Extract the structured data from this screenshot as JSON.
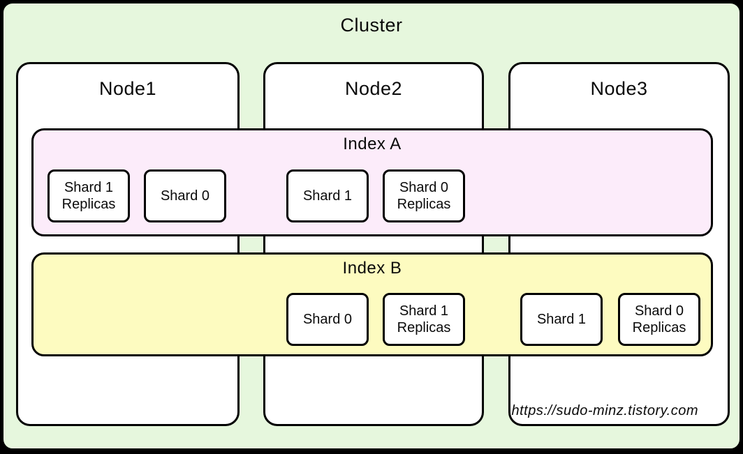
{
  "diagram": {
    "title": "Cluster",
    "nodes": [
      {
        "label": "Node1"
      },
      {
        "label": "Node2"
      },
      {
        "label": "Node3"
      }
    ],
    "indexes": [
      {
        "label": "Index A",
        "color": "#fcecfa",
        "shards": [
          {
            "label": "Shard 1\nReplicas",
            "node": "Node1"
          },
          {
            "label": "Shard 0",
            "node": "Node1"
          },
          {
            "label": "Shard 1",
            "node": "Node2"
          },
          {
            "label": "Shard 0\nReplicas",
            "node": "Node2"
          }
        ]
      },
      {
        "label": "Index B",
        "color": "#fdfbc0",
        "shards": [
          {
            "label": "Shard 0",
            "node": "Node2"
          },
          {
            "label": "Shard 1\nReplicas",
            "node": "Node2"
          },
          {
            "label": "Shard 1",
            "node": "Node3"
          },
          {
            "label": "Shard 0\nReplicas",
            "node": "Node3"
          }
        ]
      }
    ],
    "watermark": "https://sudo-minz.tistory.com",
    "colors": {
      "background": "#000000",
      "cluster_bg": "#e6f7dd",
      "node_bg": "#ffffff",
      "index_a_bg": "#fcecfa",
      "index_b_bg": "#fdfbc0",
      "border": "#000000"
    }
  }
}
